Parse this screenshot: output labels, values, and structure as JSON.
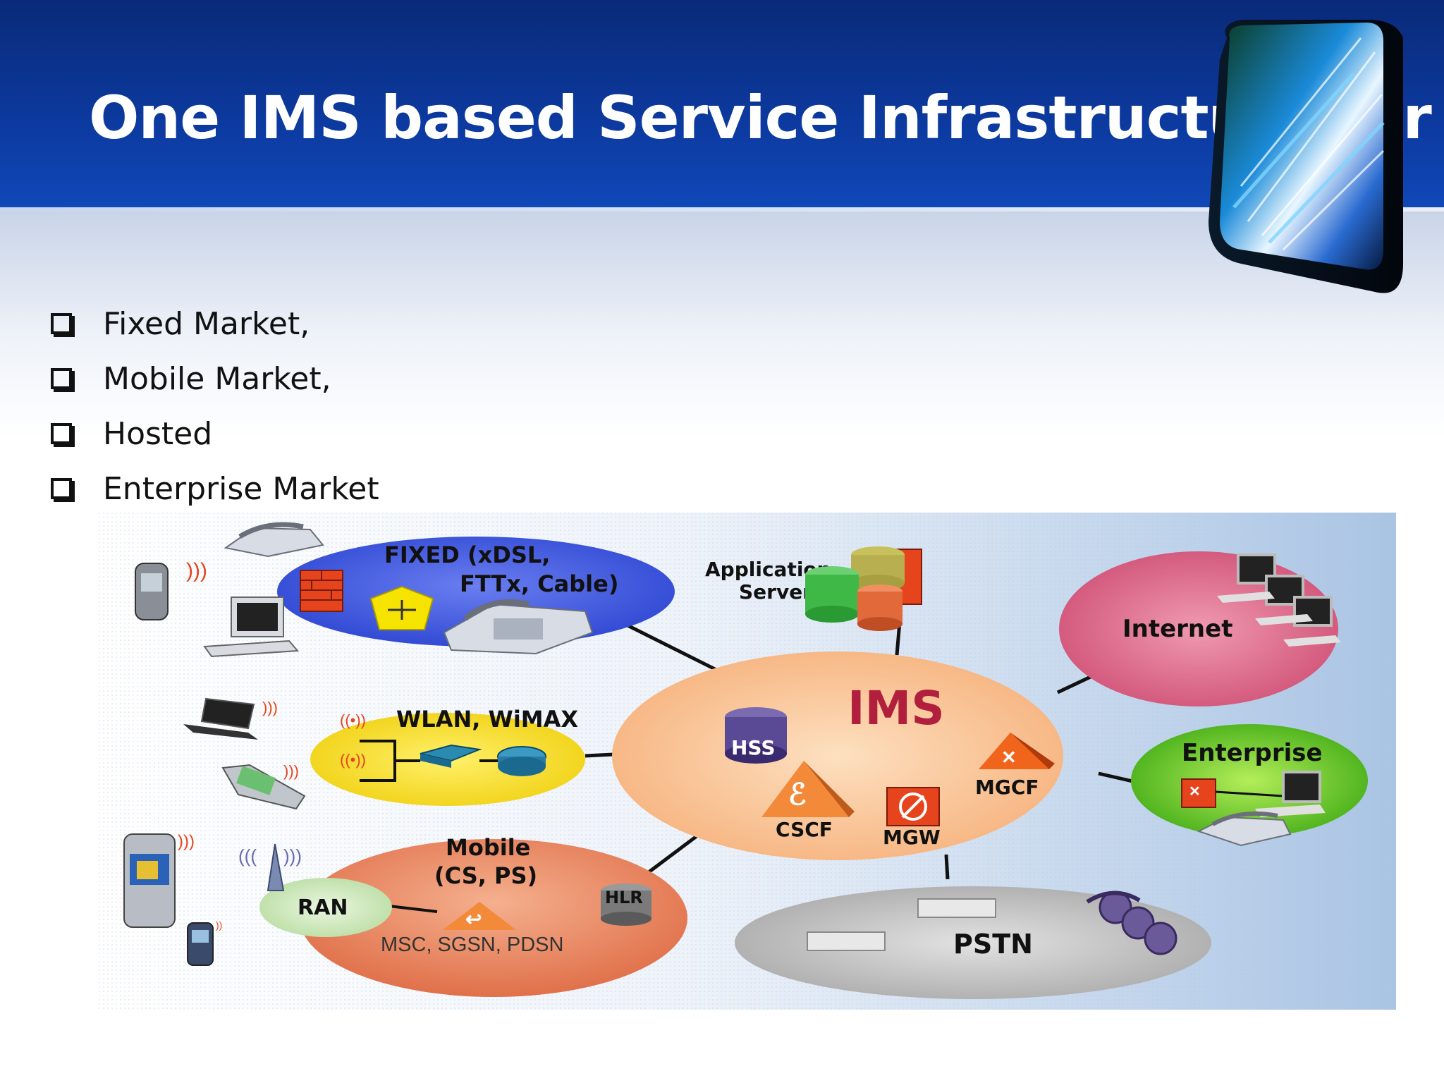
{
  "slide": {
    "title": "One IMS based Service Infrastructure for",
    "bullets": [
      "Fixed Market,",
      "Mobile Market,",
      "Hosted",
      "Enterprise Market"
    ]
  },
  "diagram": {
    "fixed": {
      "line1": "FIXED (xDSL,",
      "line2": "FTTx, Cable)"
    },
    "wlan": "WLAN, WiMAX",
    "mobile": {
      "line1": "Mobile",
      "line2": "(CS, PS)",
      "nodes": "MSC, SGSN, PDSN",
      "hlr": "HLR",
      "ran": "RAN"
    },
    "app_servers": {
      "line1": "Application",
      "line2": "Servers:"
    },
    "ims": {
      "title": "IMS",
      "hss": "HSS",
      "cscf": "CSCF",
      "mgw": "MGW",
      "mgcf": "MGCF"
    },
    "internet": "Internet",
    "enterprise": "Enterprise",
    "pstn": "PSTN"
  },
  "colors": {
    "header": "#0c3aa0",
    "fixed_cloud": "#3a56d6",
    "wlan_cloud": "#f3e11c",
    "mobile_cloud": "#e9845a",
    "ims_cloud": "#f9c08a",
    "internet_cloud": "#d95a7e",
    "enterprise_cloud": "#5cc21e",
    "pstn_cloud": "#bdbdbd",
    "ims_text": "#b0203c"
  }
}
